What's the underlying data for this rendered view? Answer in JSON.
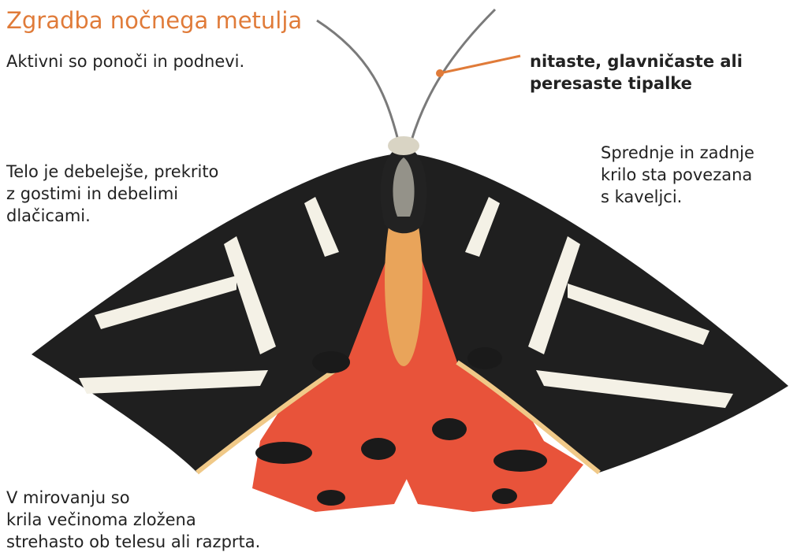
{
  "title": "Zgradba nočnega metulja",
  "accent_color": "#e07b39",
  "notes": {
    "activity": "Aktivni so ponoči in podnevi.",
    "body": [
      "Telo je debelejše, prekrito",
      "z gostimi in debelimi",
      "dlačicami."
    ],
    "antennae": [
      "nitaste, glavničaste ali",
      "peresaste tipalke"
    ],
    "wing_hooks": [
      "Sprednje in zadnje",
      "krilo sta povezana",
      "s kaveljci."
    ],
    "rest_posture": [
      "V mirovanju so",
      "krila večinoma zložena",
      "strehasto ob telesu ali razprta."
    ]
  },
  "illustration": {
    "subject": "moth",
    "colors": {
      "forewing": "#1f1f1f",
      "stripe": "#f4f1e6",
      "hindwing": "#e8533a",
      "spot": "#1a1a1a",
      "body": "#e9a45a"
    }
  }
}
